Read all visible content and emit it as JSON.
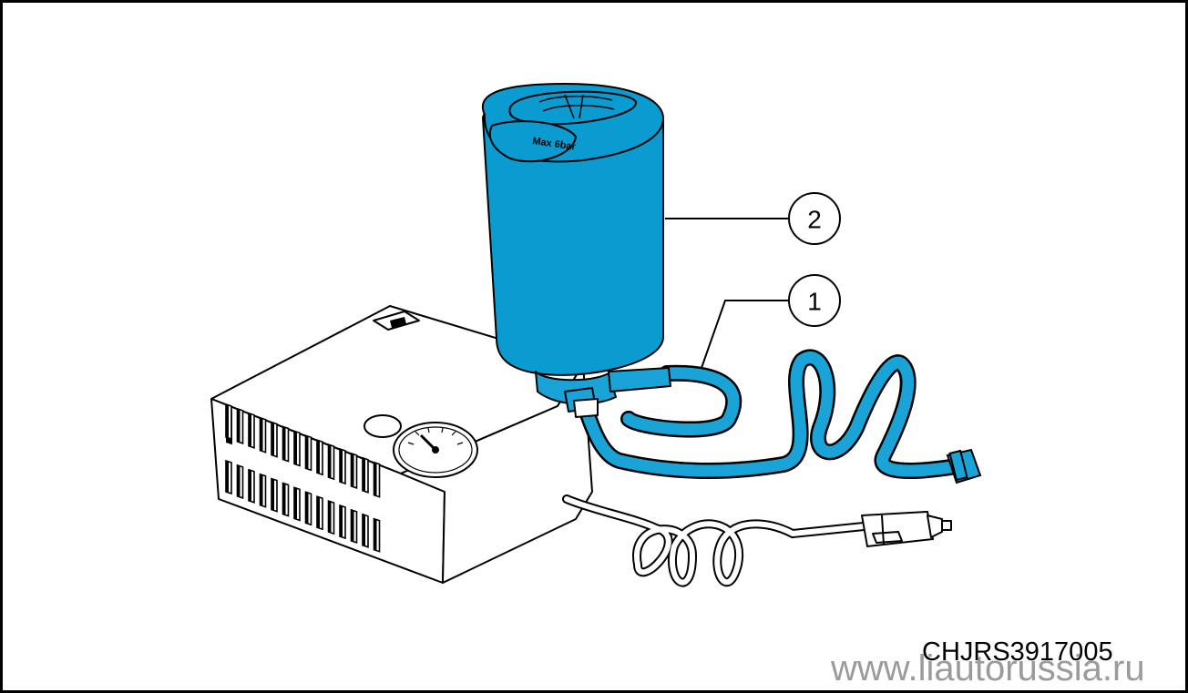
{
  "callouts": [
    {
      "id": "1",
      "label": "1"
    },
    {
      "id": "2",
      "label": "2"
    }
  ],
  "bottle_label": "Max 6bar",
  "reference_code": "CHJRS3917005",
  "watermark": "www.liautorussia.ru",
  "colors": {
    "bottle": "#0a9bd0",
    "hose": "#1aa3d6",
    "outline": "#000000",
    "compressor": "#ffffff",
    "watermark": "#8a8a8a"
  }
}
